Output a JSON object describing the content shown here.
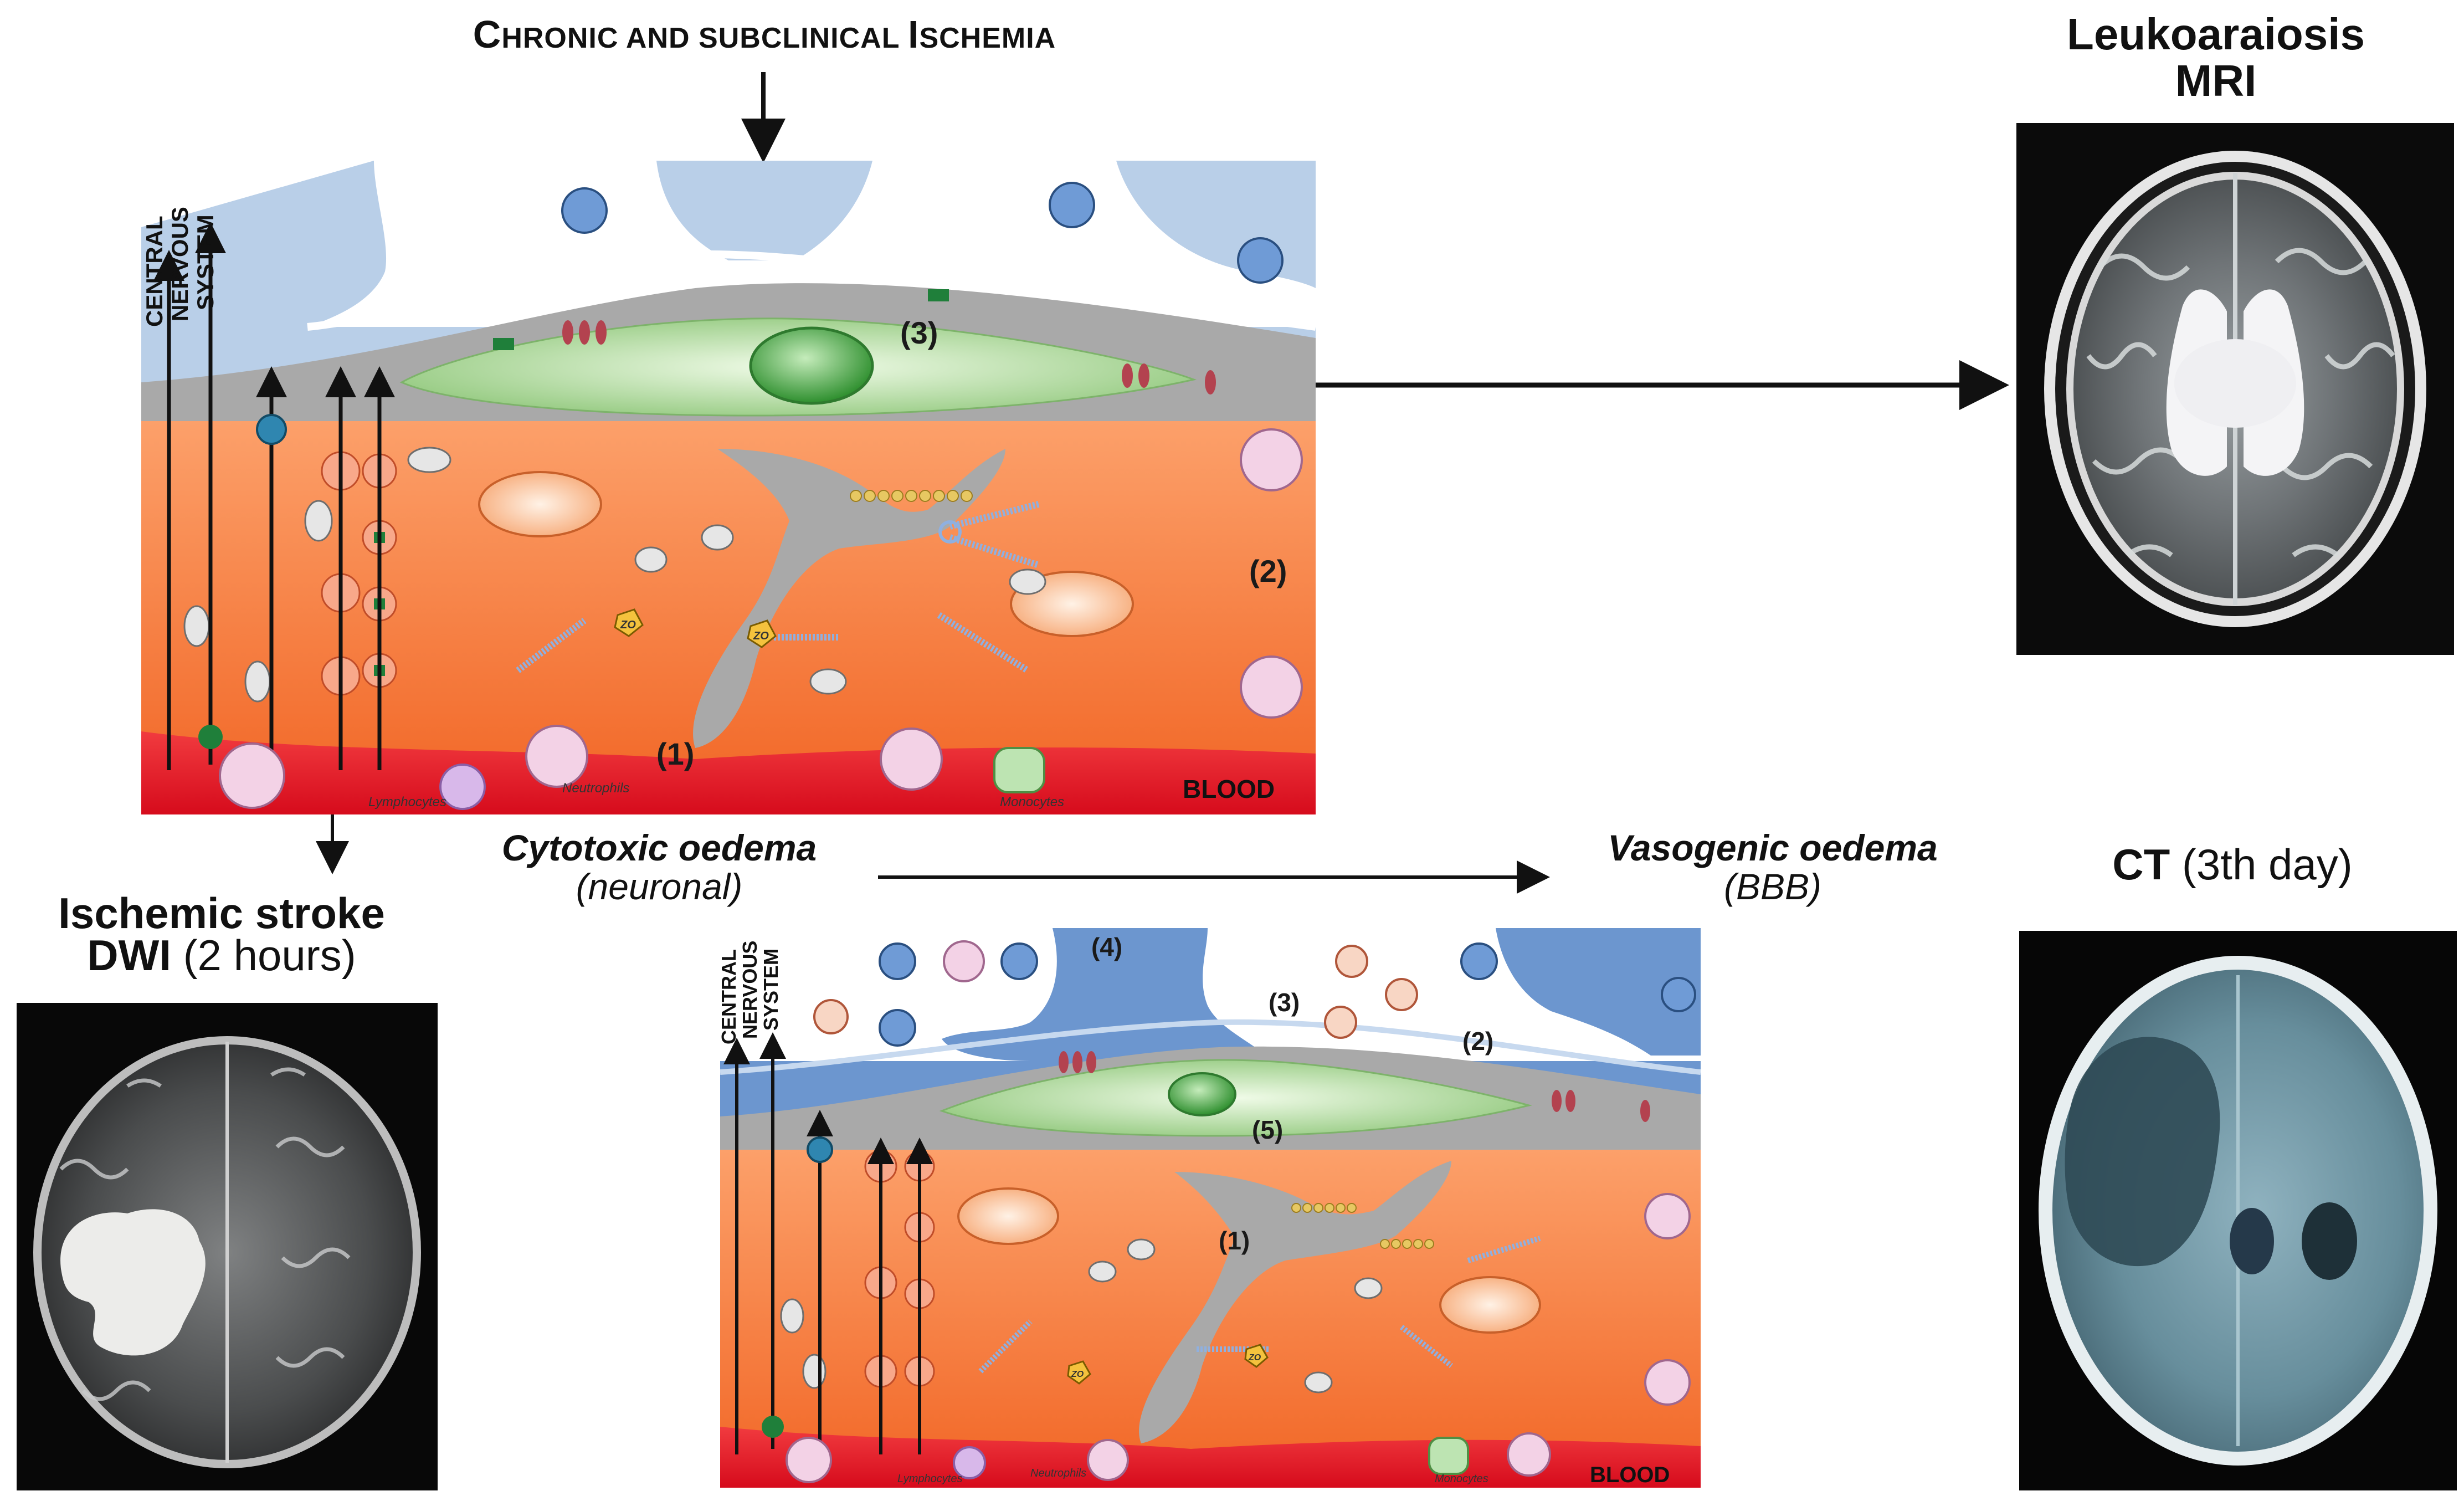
{
  "top_title": "Chronic and subclinical ischemia",
  "top_title_small_caps": {
    "part1_big": "C",
    "part1_small": "HRONIC AND SUBCLINICAL ",
    "part2_big": "I",
    "part2_small": "SCHEMIA"
  },
  "leuko": {
    "line1": "Leukoaraiosis",
    "line2": "MRI"
  },
  "stroke": {
    "line1": "Ischemic stroke",
    "line2_bold": "DWI",
    "line2_rest": " (2 hours)"
  },
  "ct": {
    "bold": "CT",
    "rest": " (3th day)"
  },
  "cytotoxic": {
    "title": "Cytotoxic oedema",
    "subtitle": "(neuronal)"
  },
  "vasogenic": {
    "title": "Vasogenic oedema",
    "subtitle": "(BBB)"
  },
  "panel_top": {
    "cns_line1": "CENTRAL",
    "cns_line2": "NERVOUS",
    "cns_line3": "SYSTEM",
    "label_1": "(1)",
    "label_2": "(2)",
    "label_3": "(3)",
    "blood": "BLOOD",
    "lymphocytes": "Lymphocytes",
    "neutrophils": "Neutrophils",
    "monocytes": "Monocytes",
    "zo": "ZO"
  },
  "panel_bottom": {
    "cns_line1": "CENTRAL",
    "cns_line2": "NERVOUS",
    "cns_line3": "SYSTEM",
    "label_1": "(1)",
    "label_2": "(2)",
    "label_3": "(3)",
    "label_4": "(4)",
    "label_5": "(5)",
    "blood": "BLOOD",
    "lymphocytes": "Lymphocytes",
    "neutrophils": "Neutrophils",
    "monocytes": "Monocytes",
    "zo": "ZO"
  },
  "colors": {
    "cns_blue": "#b9cfe8",
    "cns_blue_dark": "#6c96cf",
    "basement_gray": "#9e9e9e",
    "endothelium_orange": "#f47a3c",
    "endothelium_light": "#fbb27e",
    "pericyte_green": "#bfe3ad",
    "blood_red": "#e8192a",
    "mri_bg": "#0b0b0b",
    "ct_bg": "#060606"
  }
}
